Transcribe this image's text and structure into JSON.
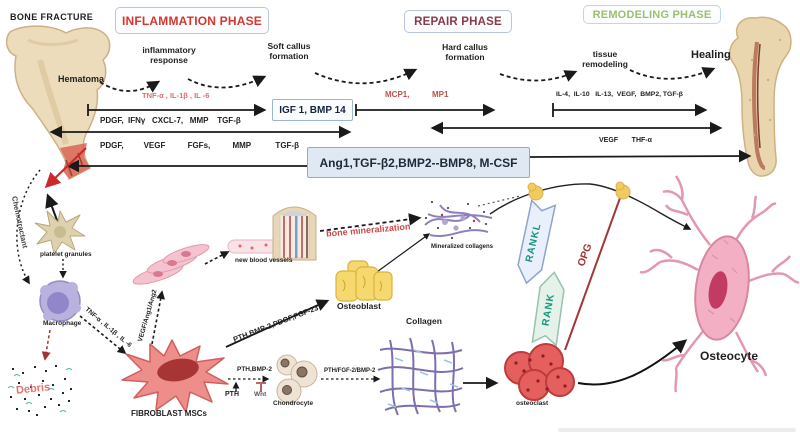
{
  "header": {
    "bone_fracture": "BONE FRACTURE",
    "phases": [
      {
        "label": "INFLAMMATION PHASE",
        "color": "#d4372f"
      },
      {
        "label": "REPAIR PHASE",
        "color": "#8b3a4a"
      },
      {
        "label": "REMODELING PHASE",
        "color": "#9cbf6f"
      }
    ]
  },
  "timeline": {
    "hematoma": "Hematoma",
    "inflammatory_response": "inflammatory\nresponse",
    "soft_callus": "Soft callus\nformation",
    "hard_callus": "Hard callus\nformation",
    "tissue_remodeling": "tissue\nremodeling",
    "healing": "Healing"
  },
  "mediators": {
    "inflammation_red": "TNF-α , IL-1β , IL -6",
    "inflammation_black": "PDGF,  IFNγ   CXCL-7,   MMP    TGF-β",
    "igf_box": "IGF 1, BMP 14",
    "repair_red_1": "MCP1,",
    "repair_red_2": "MP1",
    "remodeling_black": "IL-4,  IL-10   IL-13,  VEGF,  BMP2, TGF-β",
    "span_black": "PDGF,         VEGF          FGFs,          MMP           TGF-β",
    "remodeling_span": "VEGF       THF-α",
    "ang_box": "Ang1,TGF-β2,BMP2--BMP8, M-CSF"
  },
  "cells": {
    "chemotractant": "Chemotractant",
    "platelet_granules": "platelet granules",
    "macrophage": "Macrophage",
    "debris": "Debris",
    "macrophage_signal": "TNF-α , IL-1β , IL -6",
    "vegf_ang": "VEGF/Ang1/Ang2",
    "fibroblast": "FIBROBLAST MSCs",
    "new_blood_vessels": "new blood vessels",
    "bone_mineralization": "bone mineralization",
    "mineralized_collagens": "Mineralized collagens",
    "osteoblast": "Osteoblast",
    "chondrocyte": "Chondrocyte",
    "collagen": "Collagen",
    "osteoclast": "osteoclast",
    "osteocyte": "Osteocyte"
  },
  "signals": {
    "pth_long": "PTH,BMP-2,PDGF,FGF-23",
    "pth_bmp2": "PTH,BMP-2",
    "pth": "PTH",
    "wnt": "Wnt",
    "pth_fgf2_bmp2": "PTH/FGF-2/BMP-2",
    "rankl": "RANKL",
    "rank": "RANK",
    "opg": "OPG"
  },
  "colors": {
    "inflammation_red_text": "#e06c6c",
    "repair_red_text": "#c0504d",
    "mineralization_red": "#cf4747",
    "rank_teal": "#17957e",
    "opg_maroon": "#a33636",
    "box_fill": "#dfe8f3",
    "bone_beige": "#ecdcbc"
  }
}
